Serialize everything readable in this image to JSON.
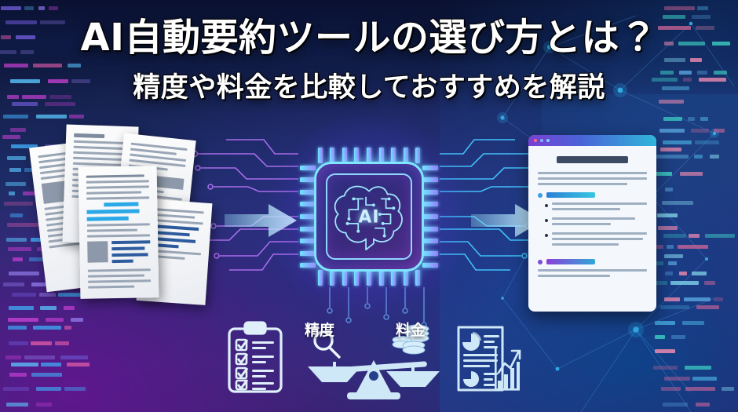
{
  "headline": {
    "title": "AI自動要約ツールの選び方とは？",
    "subtitle": "精度や料金を比較しておすすめを解説"
  },
  "chip": {
    "label": "AI",
    "icon": "ai-brain-circuit-icon"
  },
  "flow": {
    "input_icon": "document-stack-icon",
    "arrow_left_icon": "arrow-right-icon",
    "arrow_right_icon": "arrow-right-icon",
    "output_icon": "summary-window-icon"
  },
  "comparison": {
    "accuracy_label": "精度",
    "price_label": "料金",
    "accuracy_icon": "magnifier-icon",
    "price_icon": "coin-stack-icon",
    "balance_icon": "balance-scale-icon"
  },
  "icons": {
    "checklist": "clipboard-checklist-icon",
    "report": "report-chart-icon"
  },
  "colors": {
    "bg_navy": "#12203f",
    "bg_purple": "#4a1170",
    "bg_blue": "#0c4084",
    "accent_cyan": "#7ee6ff",
    "accent_violet": "#9b7bff",
    "accent_magenta": "#e060c0",
    "arrow": "#bfe6fb",
    "window_bar_start": "#7b3fd4",
    "window_bar_end": "#2fb6d9",
    "heading_bar_cyan": "#2aa8e8",
    "heading_bar_violet": "#8b3fd8"
  }
}
